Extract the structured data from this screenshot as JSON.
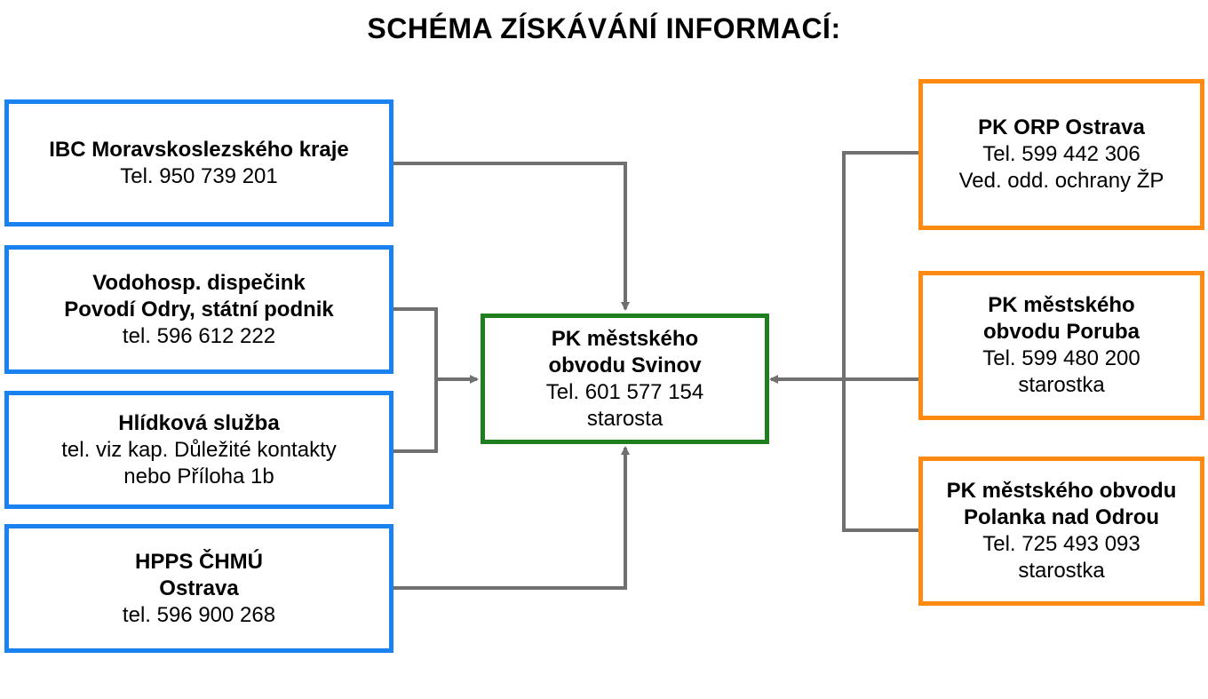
{
  "title": "SCHÉMA ZÍSKÁVÁNÍ INFORMACÍ:",
  "center": {
    "lines": [
      "PK městského",
      "obvodu Svinov",
      "Tel. 601 577 154",
      "starosta"
    ],
    "color": "#1f7f1f"
  },
  "left_sources": [
    {
      "lines": [
        "IBC Moravskoslezského kraje",
        "Tel. 950 739 201"
      ],
      "bold_lines": 1
    },
    {
      "lines": [
        "Vodohosp. dispečink",
        "Povodí Odry, státní podnik",
        "tel. 596 612 222"
      ],
      "bold_lines": 2
    },
    {
      "lines": [
        "Hlídková služba",
        "tel. viz kap. Důležité kontakty",
        "nebo Příloha 1b"
      ],
      "bold_lines": 1
    },
    {
      "lines": [
        "HPPS ČHMÚ",
        "Ostrava",
        "tel. 596 900 268"
      ],
      "bold_lines": 2
    }
  ],
  "right_sources": [
    {
      "lines": [
        "PK ORP Ostrava",
        "Tel. 599 442 306",
        "Ved. odd. ochrany ŽP"
      ],
      "bold_lines": 1
    },
    {
      "lines": [
        "PK městského",
        "obvodu Poruba",
        "Tel. 599 480 200",
        "starostka"
      ],
      "bold_lines": 2
    },
    {
      "lines": [
        "PK městského obvodu",
        "Polanka nad Odrou",
        "Tel. 725 493 093",
        "starostka"
      ],
      "bold_lines": 2
    }
  ],
  "colors": {
    "left_border": "#1a82f0",
    "right_border": "#ff8a12",
    "center_border": "#1f7f1f",
    "connector": "#707070"
  }
}
